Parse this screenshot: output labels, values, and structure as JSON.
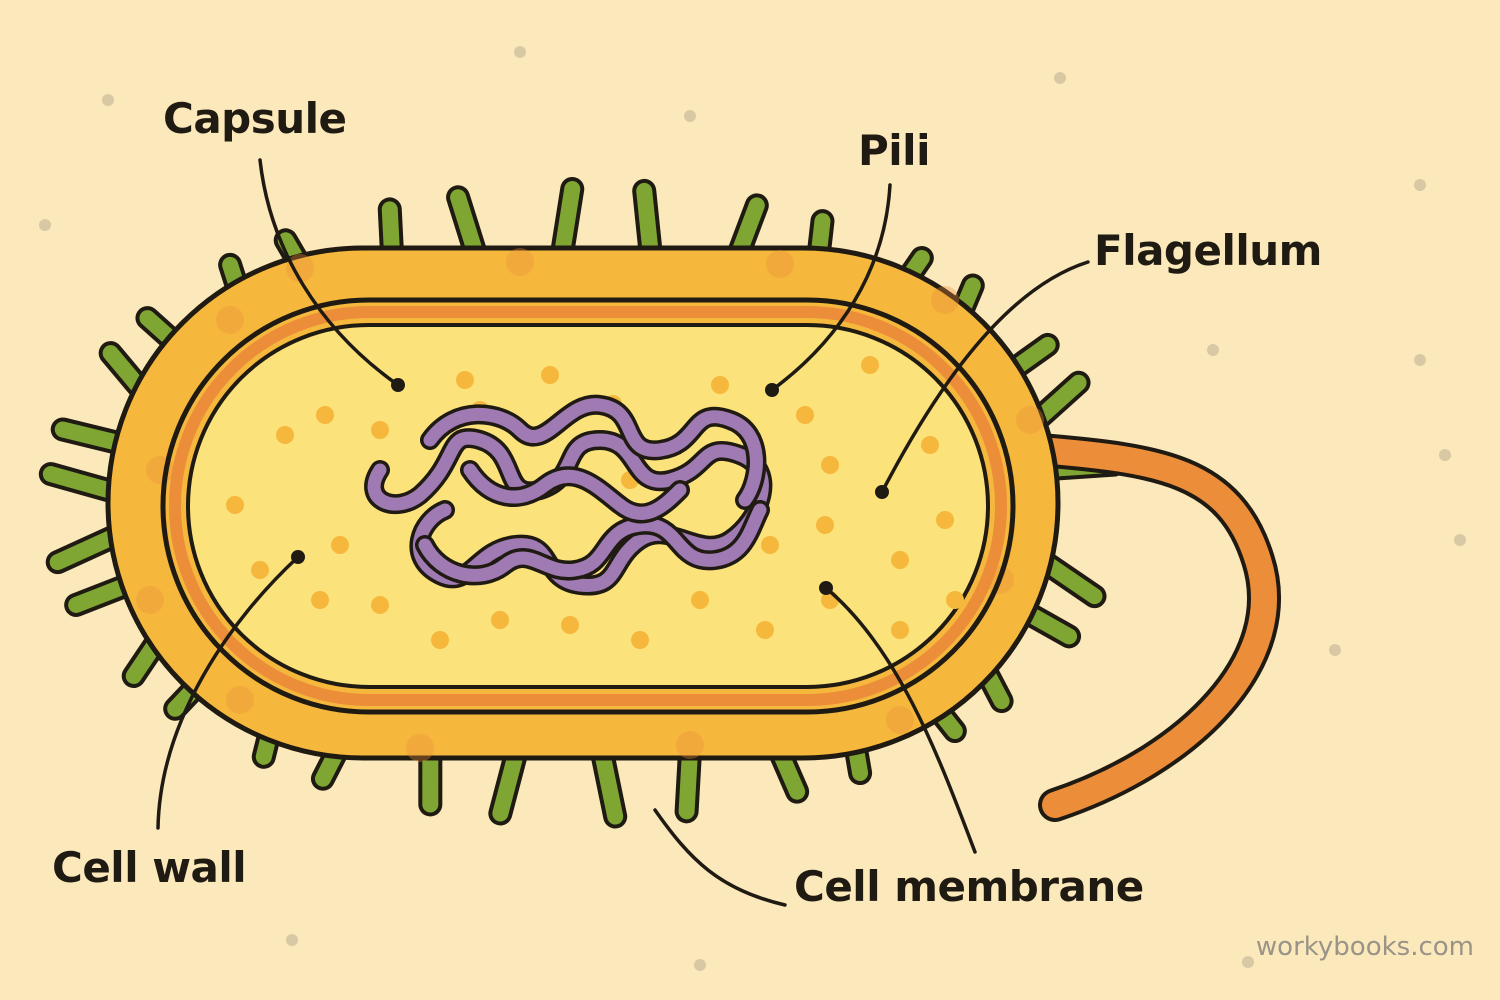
{
  "labels": {
    "capsule": "Capsule",
    "pili": "Pili",
    "flagellum": "Flagellum",
    "cell_wall": "Cell wall",
    "cell_membrane": "Cell membrane"
  },
  "watermark": "workybooks.com",
  "colors": {
    "background": "#fbe8bb",
    "capsule_fill": "#f5b83c",
    "cytoplasm_fill": "#fbe27a",
    "membrane_stroke": "#ec8d3a",
    "pili": "#7fa633",
    "flagellum": "#ec8d3a",
    "dna": "#a07ab3",
    "outline": "#1f1a12"
  }
}
